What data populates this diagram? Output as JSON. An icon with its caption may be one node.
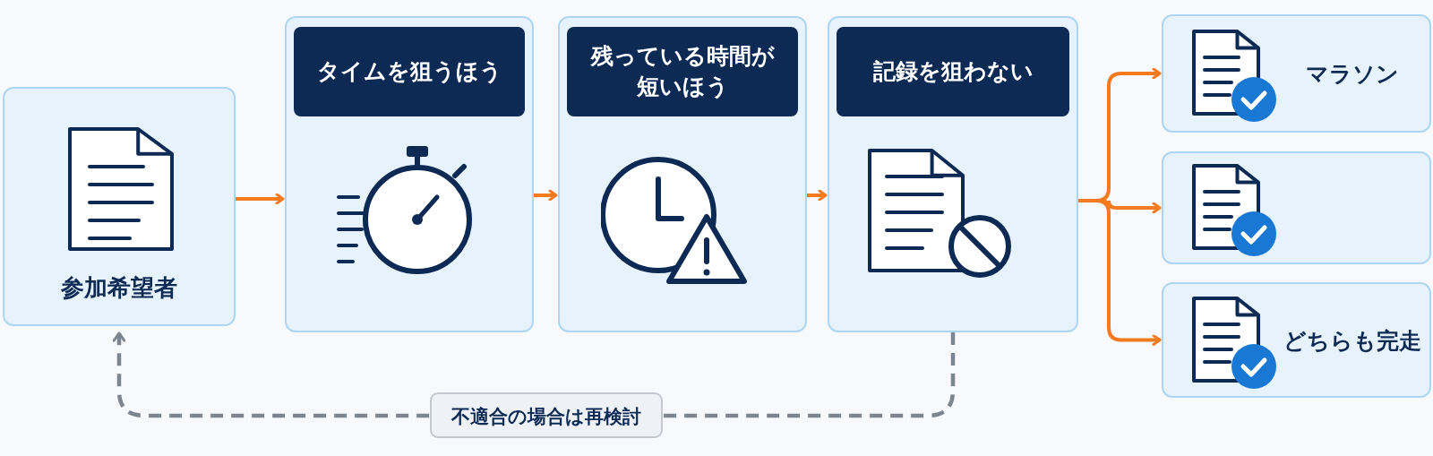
{
  "diagram": {
    "nodes": [
      {
        "text": [
          "参加希望者"
        ]
      },
      {
        "text": [
          "タイムを狙うほう"
        ]
      },
      {
        "text": [
          "残っている時間が短いほう"
        ]
      },
      {
        "text": [
          "記録を狙わない"
        ]
      },
      {
        "text": [
          "マラソン"
        ]
      },
      {
        "text": [],
        "shape": "box"
      },
      {
        "text": [
          "どちらも完走"
        ]
      }
    ],
    "edges": [
      {
        "from": 0,
        "to": 1,
        "arrow": "to"
      },
      {
        "from": 1,
        "to": 2,
        "arrow": "to"
      },
      {
        "from": 2,
        "to": 3,
        "arrow": "to"
      },
      {
        "from": 3,
        "to": 4,
        "arrow": "to"
      },
      {
        "from": 3,
        "to": 5,
        "arrow": "to"
      },
      {
        "from": 3,
        "to": 6,
        "arrow": "to"
      },
      {
        "from": 3,
        "to": 0,
        "arrow": "to",
        "label": "不適合の場合は再検討",
        "style": "dashed",
        "color": "#7d8590"
      }
    ]
  }
}
